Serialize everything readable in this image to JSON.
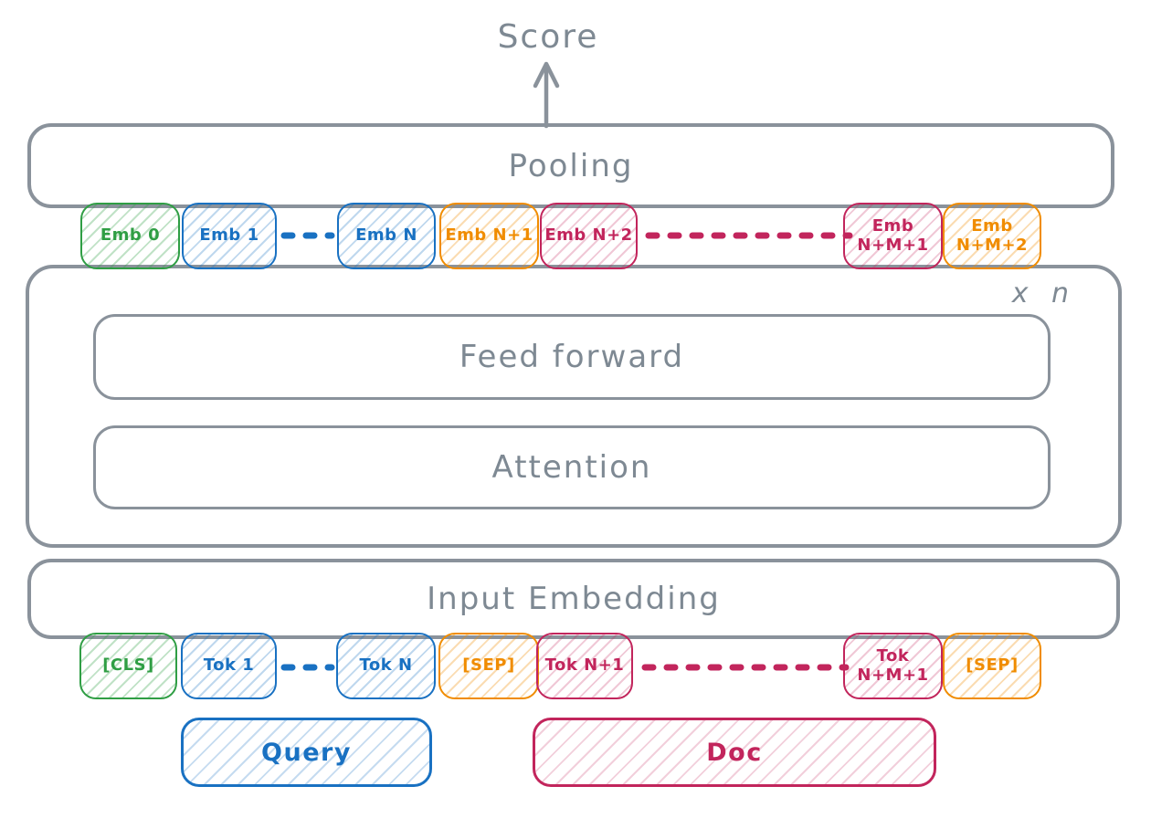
{
  "score_label": "Score",
  "pooling_label": "Pooling",
  "loop_label": "x n",
  "feed_forward_label": "Feed forward",
  "attention_label": "Attention",
  "input_embedding_label": "Input Embedding",
  "query_label": "Query",
  "doc_label": "Doc",
  "colors": {
    "outline_gray": "#8a929b",
    "text_gray": "#7e8993",
    "green": "#2f9e44",
    "blue": "#1971c2",
    "orange": "#f08c00",
    "crimson": "#c2255c"
  },
  "emb_row": [
    {
      "type": "box",
      "label": "Emb 0",
      "color": "green"
    },
    {
      "type": "box",
      "label": "Emb 1",
      "color": "blue"
    },
    {
      "type": "ellipsis",
      "color": "blue"
    },
    {
      "type": "box",
      "label": "Emb N",
      "color": "blue"
    },
    {
      "type": "box",
      "label": "Emb N+1",
      "color": "orange"
    },
    {
      "type": "box",
      "label": "Emb N+2",
      "color": "crimson"
    },
    {
      "type": "ellipsis",
      "color": "crimson"
    },
    {
      "type": "box",
      "label": "Emb\nN+M+1",
      "color": "crimson"
    },
    {
      "type": "box",
      "label": "Emb\nN+M+2",
      "color": "orange"
    }
  ],
  "tok_row": [
    {
      "type": "box",
      "label": "[CLS]",
      "color": "green"
    },
    {
      "type": "box",
      "label": "Tok 1",
      "color": "blue"
    },
    {
      "type": "ellipsis",
      "color": "blue"
    },
    {
      "type": "box",
      "label": "Tok N",
      "color": "blue"
    },
    {
      "type": "box",
      "label": "[SEP]",
      "color": "orange"
    },
    {
      "type": "box",
      "label": "Tok N+1",
      "color": "crimson"
    },
    {
      "type": "ellipsis",
      "color": "crimson"
    },
    {
      "type": "box",
      "label": "Tok\nN+M+1",
      "color": "crimson"
    },
    {
      "type": "box",
      "label": "[SEP]",
      "color": "orange"
    }
  ]
}
